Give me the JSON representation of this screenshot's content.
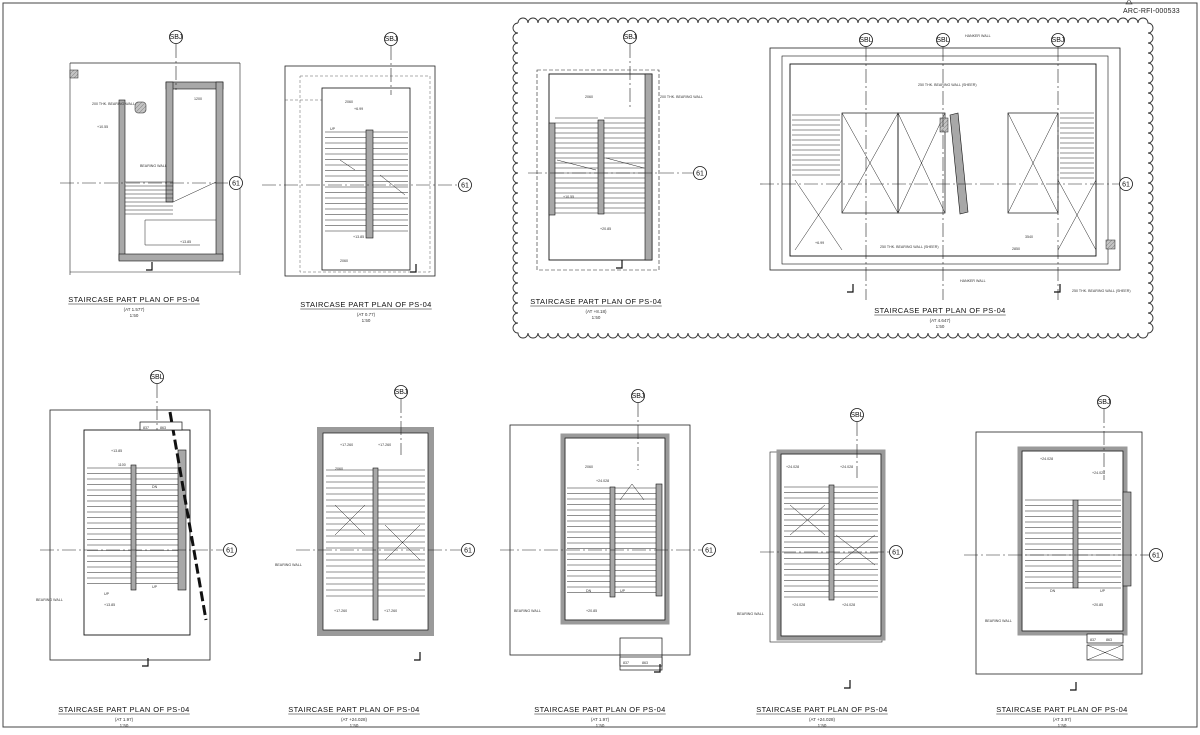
{
  "sheet": {
    "reference": "ARC-RFI-000533",
    "grid_vertical": "SBJ",
    "grid_vertical_alt": "SBL",
    "grid_horizontal": "61",
    "colors": {
      "ink": "#111111",
      "wall_fill": "#a8a8a8",
      "background": "#ffffff"
    }
  },
  "plans": [
    {
      "title": "STAIRCASE PART PLAN OF PS-04",
      "note": "(AT 1.577)",
      "scale": "1:50"
    },
    {
      "title": "STAIRCASE PART PLAN OF PS-04",
      "note": "(AT 0.77)",
      "scale": "1:50"
    },
    {
      "title": "STAIRCASE PART PLAN OF PS-04",
      "note": "(AT +8.18)",
      "scale": "1:50"
    },
    {
      "title": "STAIRCASE PART PLAN OF PS-04",
      "note": "(AT 4.647)",
      "scale": "1:50"
    },
    {
      "title": "STAIRCASE PART PLAN OF PS-04",
      "note": "(AT 1.97)",
      "scale": "1:50"
    },
    {
      "title": "STAIRCASE PART PLAN OF PS-04",
      "note": "(AT +24.028)",
      "scale": "1:50"
    },
    {
      "title": "STAIRCASE PART PLAN OF PS-04",
      "note": "(AT 1.97)",
      "scale": "1:50"
    },
    {
      "title": "STAIRCASE PART PLAN OF PS-04",
      "note": "(AT +24.028)",
      "scale": "1:50"
    },
    {
      "title": "STAIRCASE PART PLAN OF PS-04",
      "note": "(AT 3.97)",
      "scale": "1:50"
    }
  ],
  "labels": {
    "up": "UP",
    "dn": "DN",
    "bearing_wall": "BEARING WALL",
    "bearing_wall_250": "250 THK. BEARING WALL (SHEER)",
    "parapet": "HANKER WALL",
    "rcc_wall": "200 THK. BEARING WALL",
    "flight_width": "1100",
    "landing": "2060",
    "shaft_tag_a": "837",
    "shaft_tag_b": "863",
    "level_a": "+17.260",
    "level_b": "+20.85",
    "level_c": "+24.028",
    "level_d": "+13.85",
    "level_e": "+10.55",
    "level_f": "+6.99",
    "dim_a": "1200",
    "dim_b": "2850",
    "dim_c": "3540"
  }
}
